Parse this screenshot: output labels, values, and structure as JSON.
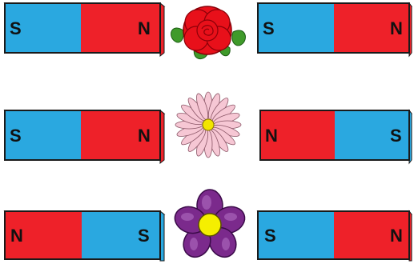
{
  "rows": [
    {
      "left_magnet": {
        "poles": [
          "S",
          "N"
        ]
      },
      "flower": {
        "kind": "red-rose-icon"
      },
      "right_magnet": {
        "poles": [
          "S",
          "N"
        ]
      }
    },
    {
      "left_magnet": {
        "poles": [
          "S",
          "N"
        ]
      },
      "flower": {
        "kind": "pink-daisy-icon"
      },
      "right_magnet": {
        "poles": [
          "N",
          "S"
        ]
      }
    },
    {
      "left_magnet": {
        "poles": [
          "N",
          "S"
        ]
      },
      "flower": {
        "kind": "purple-flower-icon"
      },
      "right_magnet": {
        "poles": [
          "S",
          "N"
        ]
      }
    }
  ],
  "colors": {
    "south_pole": "#2aa8e0",
    "north_pole": "#ee2129",
    "outline": "#1a1a1a",
    "rose": "#e8101a",
    "rose_leaf": "#3f9a2a",
    "daisy_petal": "#f6c7d4",
    "daisy_center": "#f2e600",
    "purple_petal": "#7b2a8c",
    "purple_petal_light": "#a45cb4",
    "purple_center": "#f5ef00"
  }
}
